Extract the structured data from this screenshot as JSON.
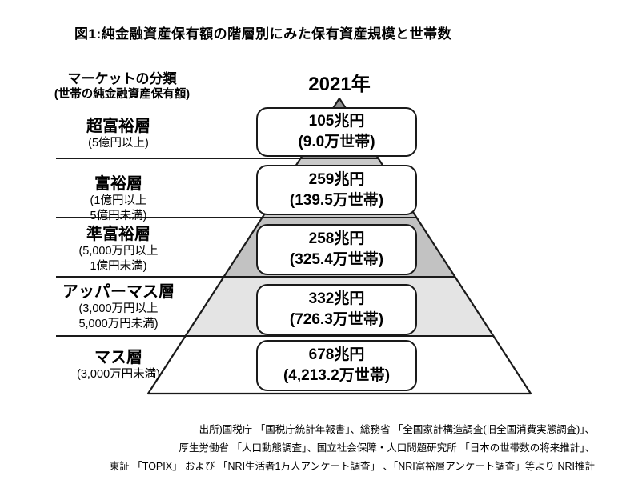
{
  "title": "図1:純金融資産保有額の階層別にみた保有資産規模と世帯数",
  "header": {
    "market_label": "マーケットの分類",
    "market_sublabel": "(世帯の純金融資産保有額)",
    "year": "2021年"
  },
  "chart_data": {
    "type": "pyramid",
    "title": "図1:純金融資産保有額の階層別にみた保有資産規模と世帯数",
    "year": "2021年",
    "units": {
      "assets": "兆円",
      "households": "万世帯"
    },
    "tiers": [
      {
        "name": "超富裕層",
        "range_lines": [
          "(5億円以上)"
        ],
        "assets_label": "105兆円",
        "households_label": "(9.0万世帯)",
        "assets_trillion_yen": 105,
        "households_10k": 9.0,
        "fill": "#919191"
      },
      {
        "name": "富裕層",
        "range_lines": [
          "(1億円以上",
          "5億円未満)"
        ],
        "assets_label": "259兆円",
        "households_label": "(139.5万世帯)",
        "assets_trillion_yen": 259,
        "households_10k": 139.5,
        "fill": "#c9c9c9"
      },
      {
        "name": "準富裕層",
        "range_lines": [
          "(5,000万円以上",
          "1億円未満)"
        ],
        "assets_label": "258兆円",
        "households_label": "(325.4万世帯)",
        "assets_trillion_yen": 258,
        "households_10k": 325.4,
        "fill": "#c2c2c2"
      },
      {
        "name": "アッパーマス層",
        "range_lines": [
          "(3,000万円以上",
          "5,000万円未満)"
        ],
        "assets_label": "332兆円",
        "households_label": "(726.3万世帯)",
        "assets_trillion_yen": 332,
        "households_10k": 726.3,
        "fill": "#e4e4e4"
      },
      {
        "name": "マス層",
        "range_lines": [
          "(3,000万円未満)"
        ],
        "assets_label": "678兆円",
        "households_label": "(4,213.2万世帯)",
        "assets_trillion_yen": 678,
        "households_10k": 4213.2,
        "fill": "#ffffff"
      }
    ]
  },
  "source_lines": [
    "出所)国税庁 「国税庁統計年報書」、総務省 「全国家計構造調査(旧全国消費実態調査)」、",
    "厚生労働省 「人口動態調査」、国立社会保障・人口問題研究所 「日本の世帯数の将来推計」、",
    "東証 「TOPIX」 および 「NRI生活者1万人アンケート調査」 、「NRI富裕層アンケート調査」等より NRI推計"
  ]
}
